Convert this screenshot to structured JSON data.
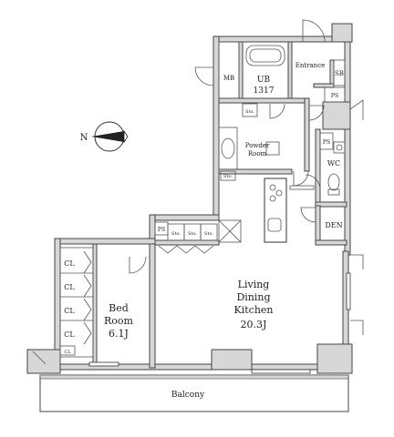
{
  "rooms": {
    "entrance": "Entrance",
    "sb": "SB",
    "mb": "MB",
    "ub_name": "UB",
    "ub_size": "1317",
    "ps_1": "PS",
    "ps_2": "PS",
    "ps_3": "PS",
    "powder_line1": "Powder",
    "powder_line2": "Room",
    "wc": "WC",
    "den": "DEN",
    "bed_line1": "Bed",
    "bed_line2": "Room",
    "bed_size": "6.1J",
    "ldk_line1": "Living",
    "ldk_line2": "Dining",
    "ldk_line3": "Kitchen",
    "ldk_size": "20.3J",
    "balcony": "Balcony"
  },
  "closets": [
    "CL",
    "CL",
    "CL",
    "CL"
  ],
  "closet_small": "CL",
  "storage": {
    "sto_ub": "Sto.",
    "sto_powder": "Sto.",
    "sto_1": "Sto.",
    "sto_2": "Sto.",
    "sto_3": "Sto."
  },
  "compass": {
    "north": "N"
  }
}
